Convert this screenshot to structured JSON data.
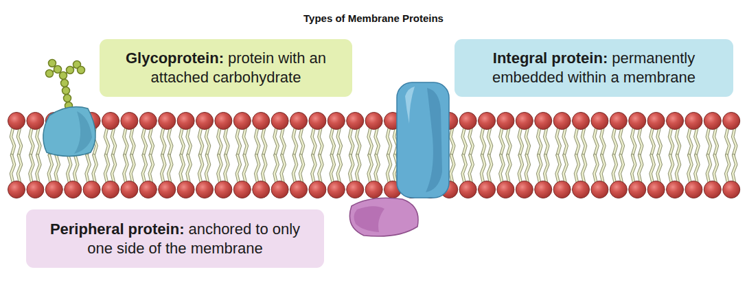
{
  "diagram": {
    "title": "Types of Membrane Proteins",
    "nodes": [
      {
        "text": [
          "Glycoprotein:",
          "protein with an attached carbohydrate"
        ]
      },
      {
        "text": [
          "Integral protein:",
          "permanently embedded within a membrane"
        ]
      },
      {
        "text": [
          "Peripheral protein:",
          "anchored to only one side of the membrane"
        ]
      }
    ]
  }
}
